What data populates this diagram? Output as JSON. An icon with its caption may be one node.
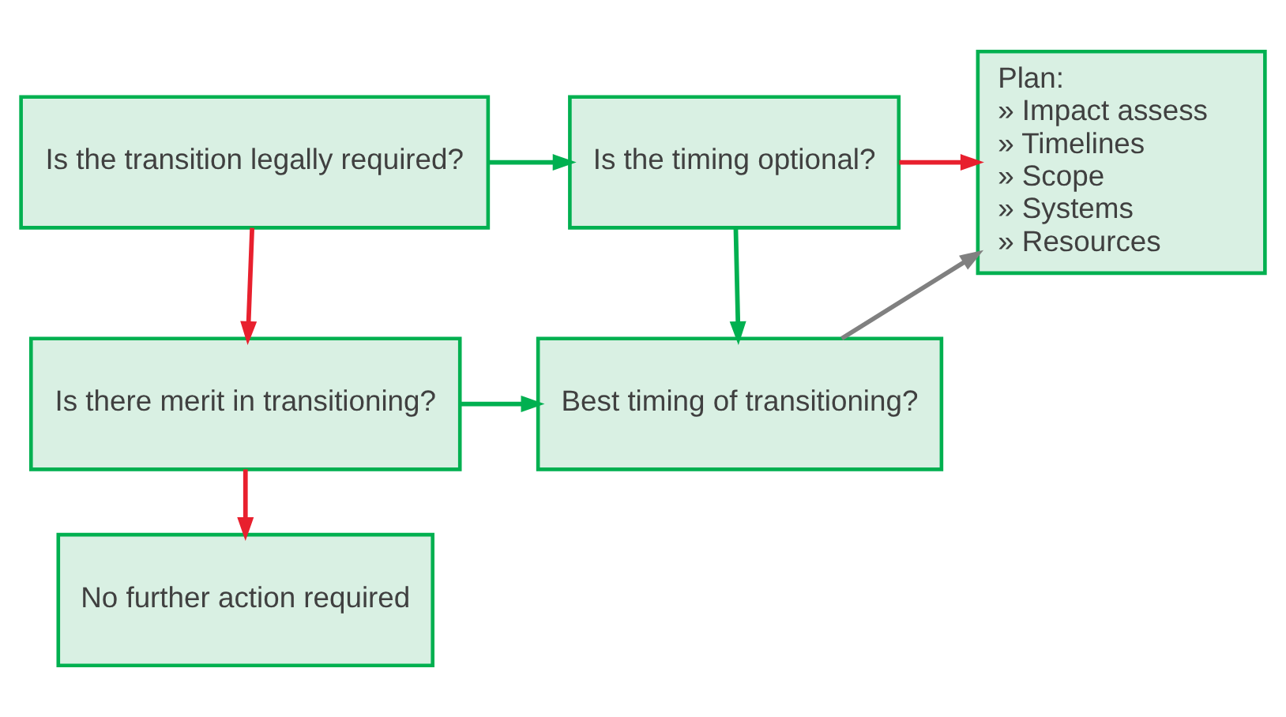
{
  "diagram": {
    "nodes": [
      {
        "text": [
          "Is the transition legally required?"
        ]
      },
      {
        "text": [
          "Is the timing optional?"
        ]
      },
      {
        "text": [
          "Plan:",
          "» Impact assess",
          "» Timelines",
          "» Scope",
          "» Systems",
          "» Resources"
        ]
      },
      {
        "text": [
          "Is there merit in transitioning?"
        ]
      },
      {
        "text": [
          "Best timing of transitioning?"
        ]
      },
      {
        "text": [
          "No further action required"
        ]
      }
    ],
    "edges": [
      {
        "from": 0,
        "to": 1,
        "arrow": "to",
        "color": "#00b050"
      },
      {
        "from": 0,
        "to": 3,
        "arrow": "to",
        "color": "#e8202e"
      },
      {
        "from": 1,
        "to": 2,
        "arrow": "to",
        "color": "#e8202e"
      },
      {
        "from": 1,
        "to": 4,
        "arrow": "to",
        "color": "#00b050"
      },
      {
        "from": 3,
        "to": 4,
        "arrow": "to",
        "color": "#00b050"
      },
      {
        "from": 3,
        "to": 5,
        "arrow": "to",
        "color": "#e8202e"
      },
      {
        "from": 4,
        "to": 2,
        "arrow": "to",
        "color": "#808080"
      }
    ]
  }
}
